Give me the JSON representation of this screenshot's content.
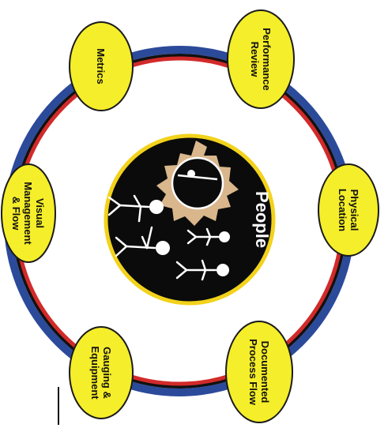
{
  "diagram": {
    "center_label": "People",
    "nodes": [
      {
        "id": "performance-review",
        "lines": [
          "Performance",
          "Review"
        ]
      },
      {
        "id": "physical-location",
        "lines": [
          "Physical",
          "Location"
        ]
      },
      {
        "id": "documented-process-flow",
        "lines": [
          "Documented",
          "Process Flow"
        ]
      },
      {
        "id": "gauging-equipment",
        "lines": [
          "Gauging &",
          "Equipment"
        ]
      },
      {
        "id": "visual-management-flow",
        "lines": [
          "Visual",
          "Management",
          "& Flow"
        ]
      },
      {
        "id": "metrics",
        "lines": [
          "Metrics"
        ]
      }
    ]
  },
  "colors": {
    "node_fill": "#f5ee2a",
    "node_stroke": "#1a1a1a",
    "ring_blue": "#2c4a9a",
    "ring_red": "#d22a2a",
    "ring_black": "#111111",
    "hub_fill": "#0b0b0b",
    "hub_rim": "#f2d21b",
    "sun_color": "#f0c99a",
    "figure_color": "#ffffff"
  }
}
